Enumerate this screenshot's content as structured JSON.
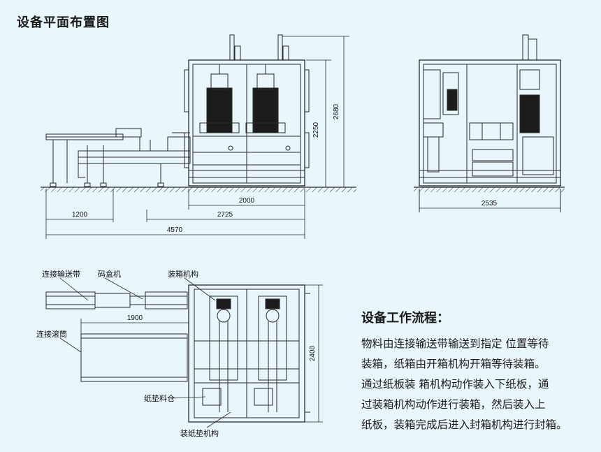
{
  "title": "设备平面布置图",
  "dimensions": {
    "height_2250": "2250",
    "height_2680": "2680",
    "width_2000": "2000",
    "width_2725": "2725",
    "width_1200": "1200",
    "width_4570": "4570",
    "width_2535": "2535",
    "plan_1900": "1900",
    "plan_2400": "2400"
  },
  "labels": {
    "conveyor_belt": "连接输送带",
    "box_stacker": "码盒机",
    "packing_mechanism": "装箱机构",
    "roller_conveyor": "连接滚筒",
    "pad_magazine": "纸垫料仓",
    "pad_mechanism": "装纸垫机构"
  },
  "workflow": {
    "title": "设备工作流程：",
    "lines": [
      "物料由连接输送带输送到指定 位置等待",
      "装箱，纸箱由开箱机构开箱等待装箱。",
      "通过纸板装 箱机构动作装入下纸板，通",
      "过装箱机构动作进行装箱，然后装入上",
      "纸板，装箱完成后进入封箱机构进行封箱。"
    ]
  },
  "colors": {
    "background": "#e9f6fb",
    "line": "#2a2a2a",
    "dark_block": "#1c1c1c"
  }
}
